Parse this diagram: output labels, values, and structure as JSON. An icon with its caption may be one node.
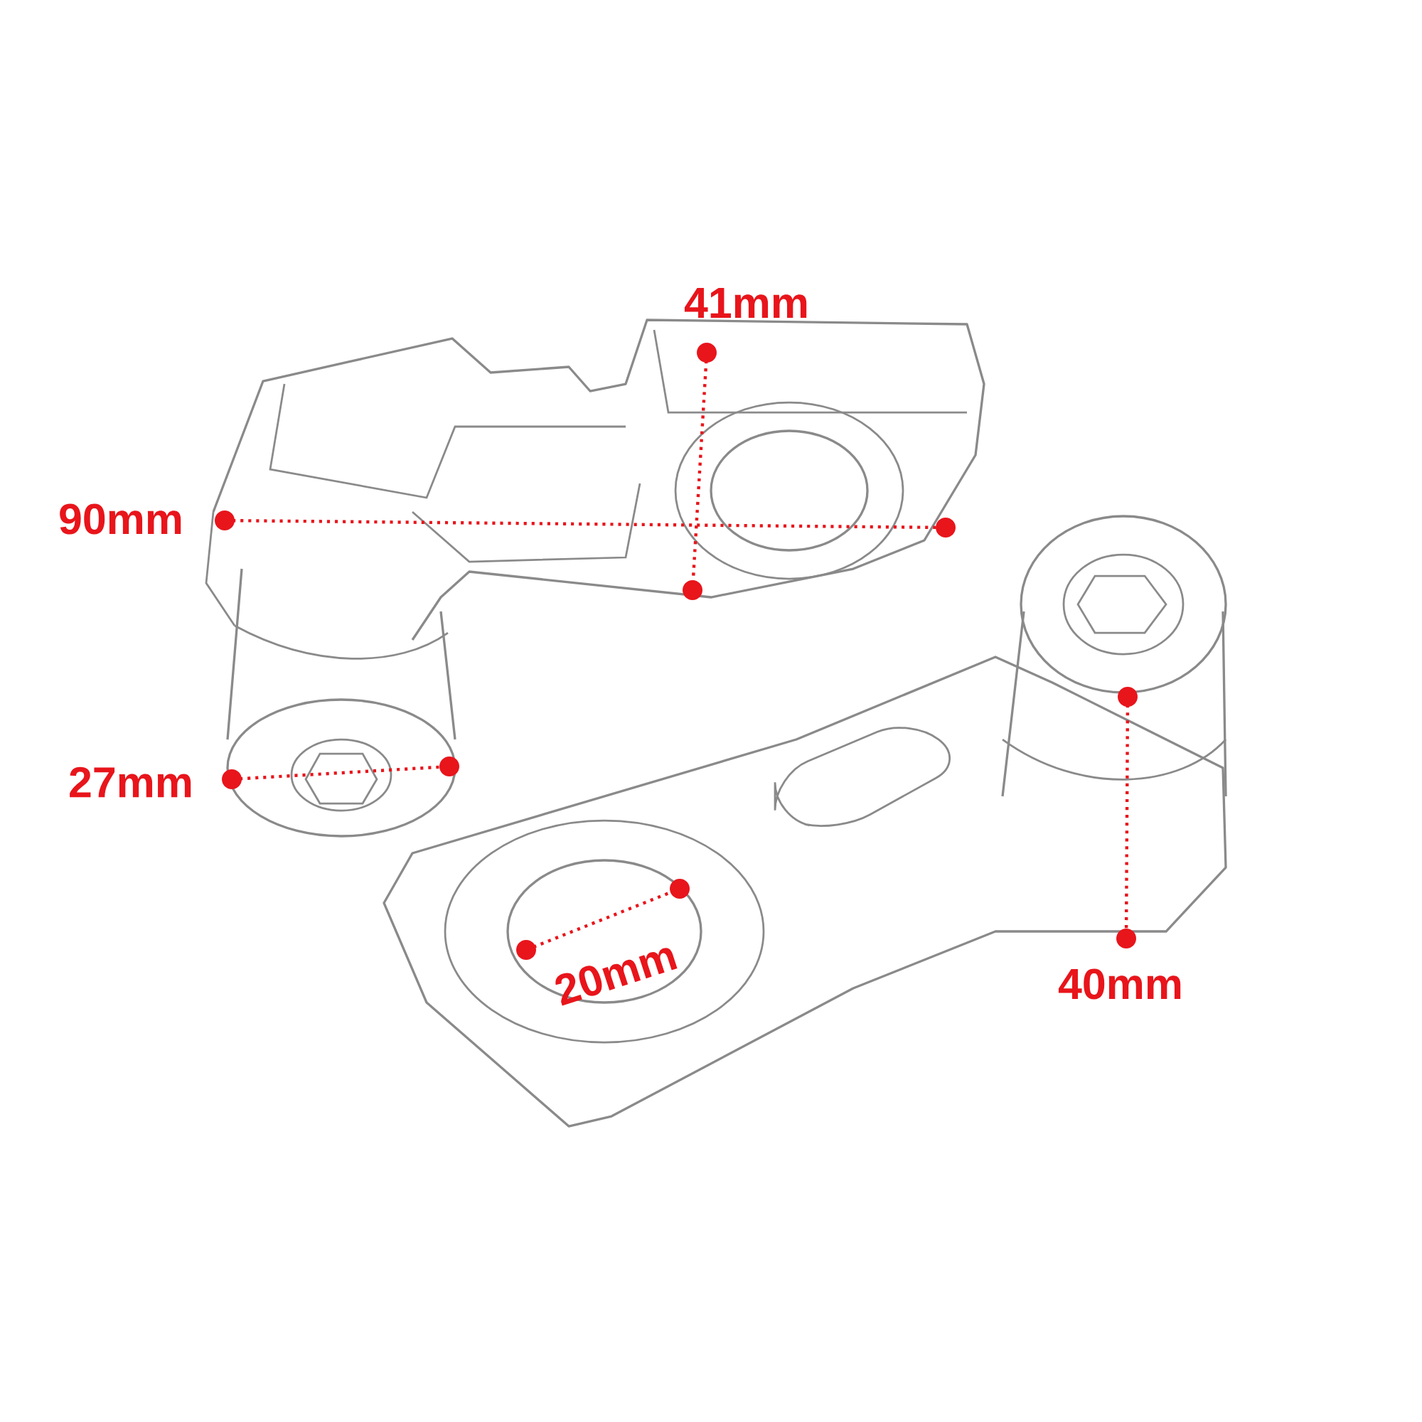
{
  "diagram": {
    "labels": [
      "41mm",
      "90mm",
      "27mm",
      "20mm",
      "40mm"
    ]
  }
}
